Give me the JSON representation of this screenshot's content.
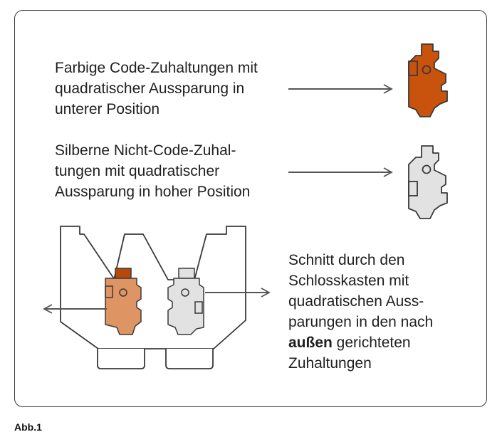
{
  "labels": {
    "colored_pins": [
      "Farbige Code-Zuhaltungen mit",
      "quadratischer Aussparung in",
      "unterer Position"
    ],
    "silver_pins": [
      "Silberne Nicht-Code-Zuhal-",
      "tungen mit quadratischer",
      "Aussparung in hoher Position"
    ],
    "section_l1": "Schnitt durch den",
    "section_l2": "Schlosskasten mit",
    "section_l3": "quadratischen Auss-",
    "section_l4": "parungen in den nach",
    "section_bold": "außen",
    "section_l5_rest": " gerichteten",
    "section_l6": "Zuhaltungen"
  },
  "caption": "Abb.1",
  "colors": {
    "code_pin": "#c9520c",
    "code_pin_light": "#df9463",
    "code_pin_dark": "#b8470a",
    "silver_pin": "#e2e2e2",
    "outline": "#3a3a3a",
    "arrow": "#555555"
  }
}
